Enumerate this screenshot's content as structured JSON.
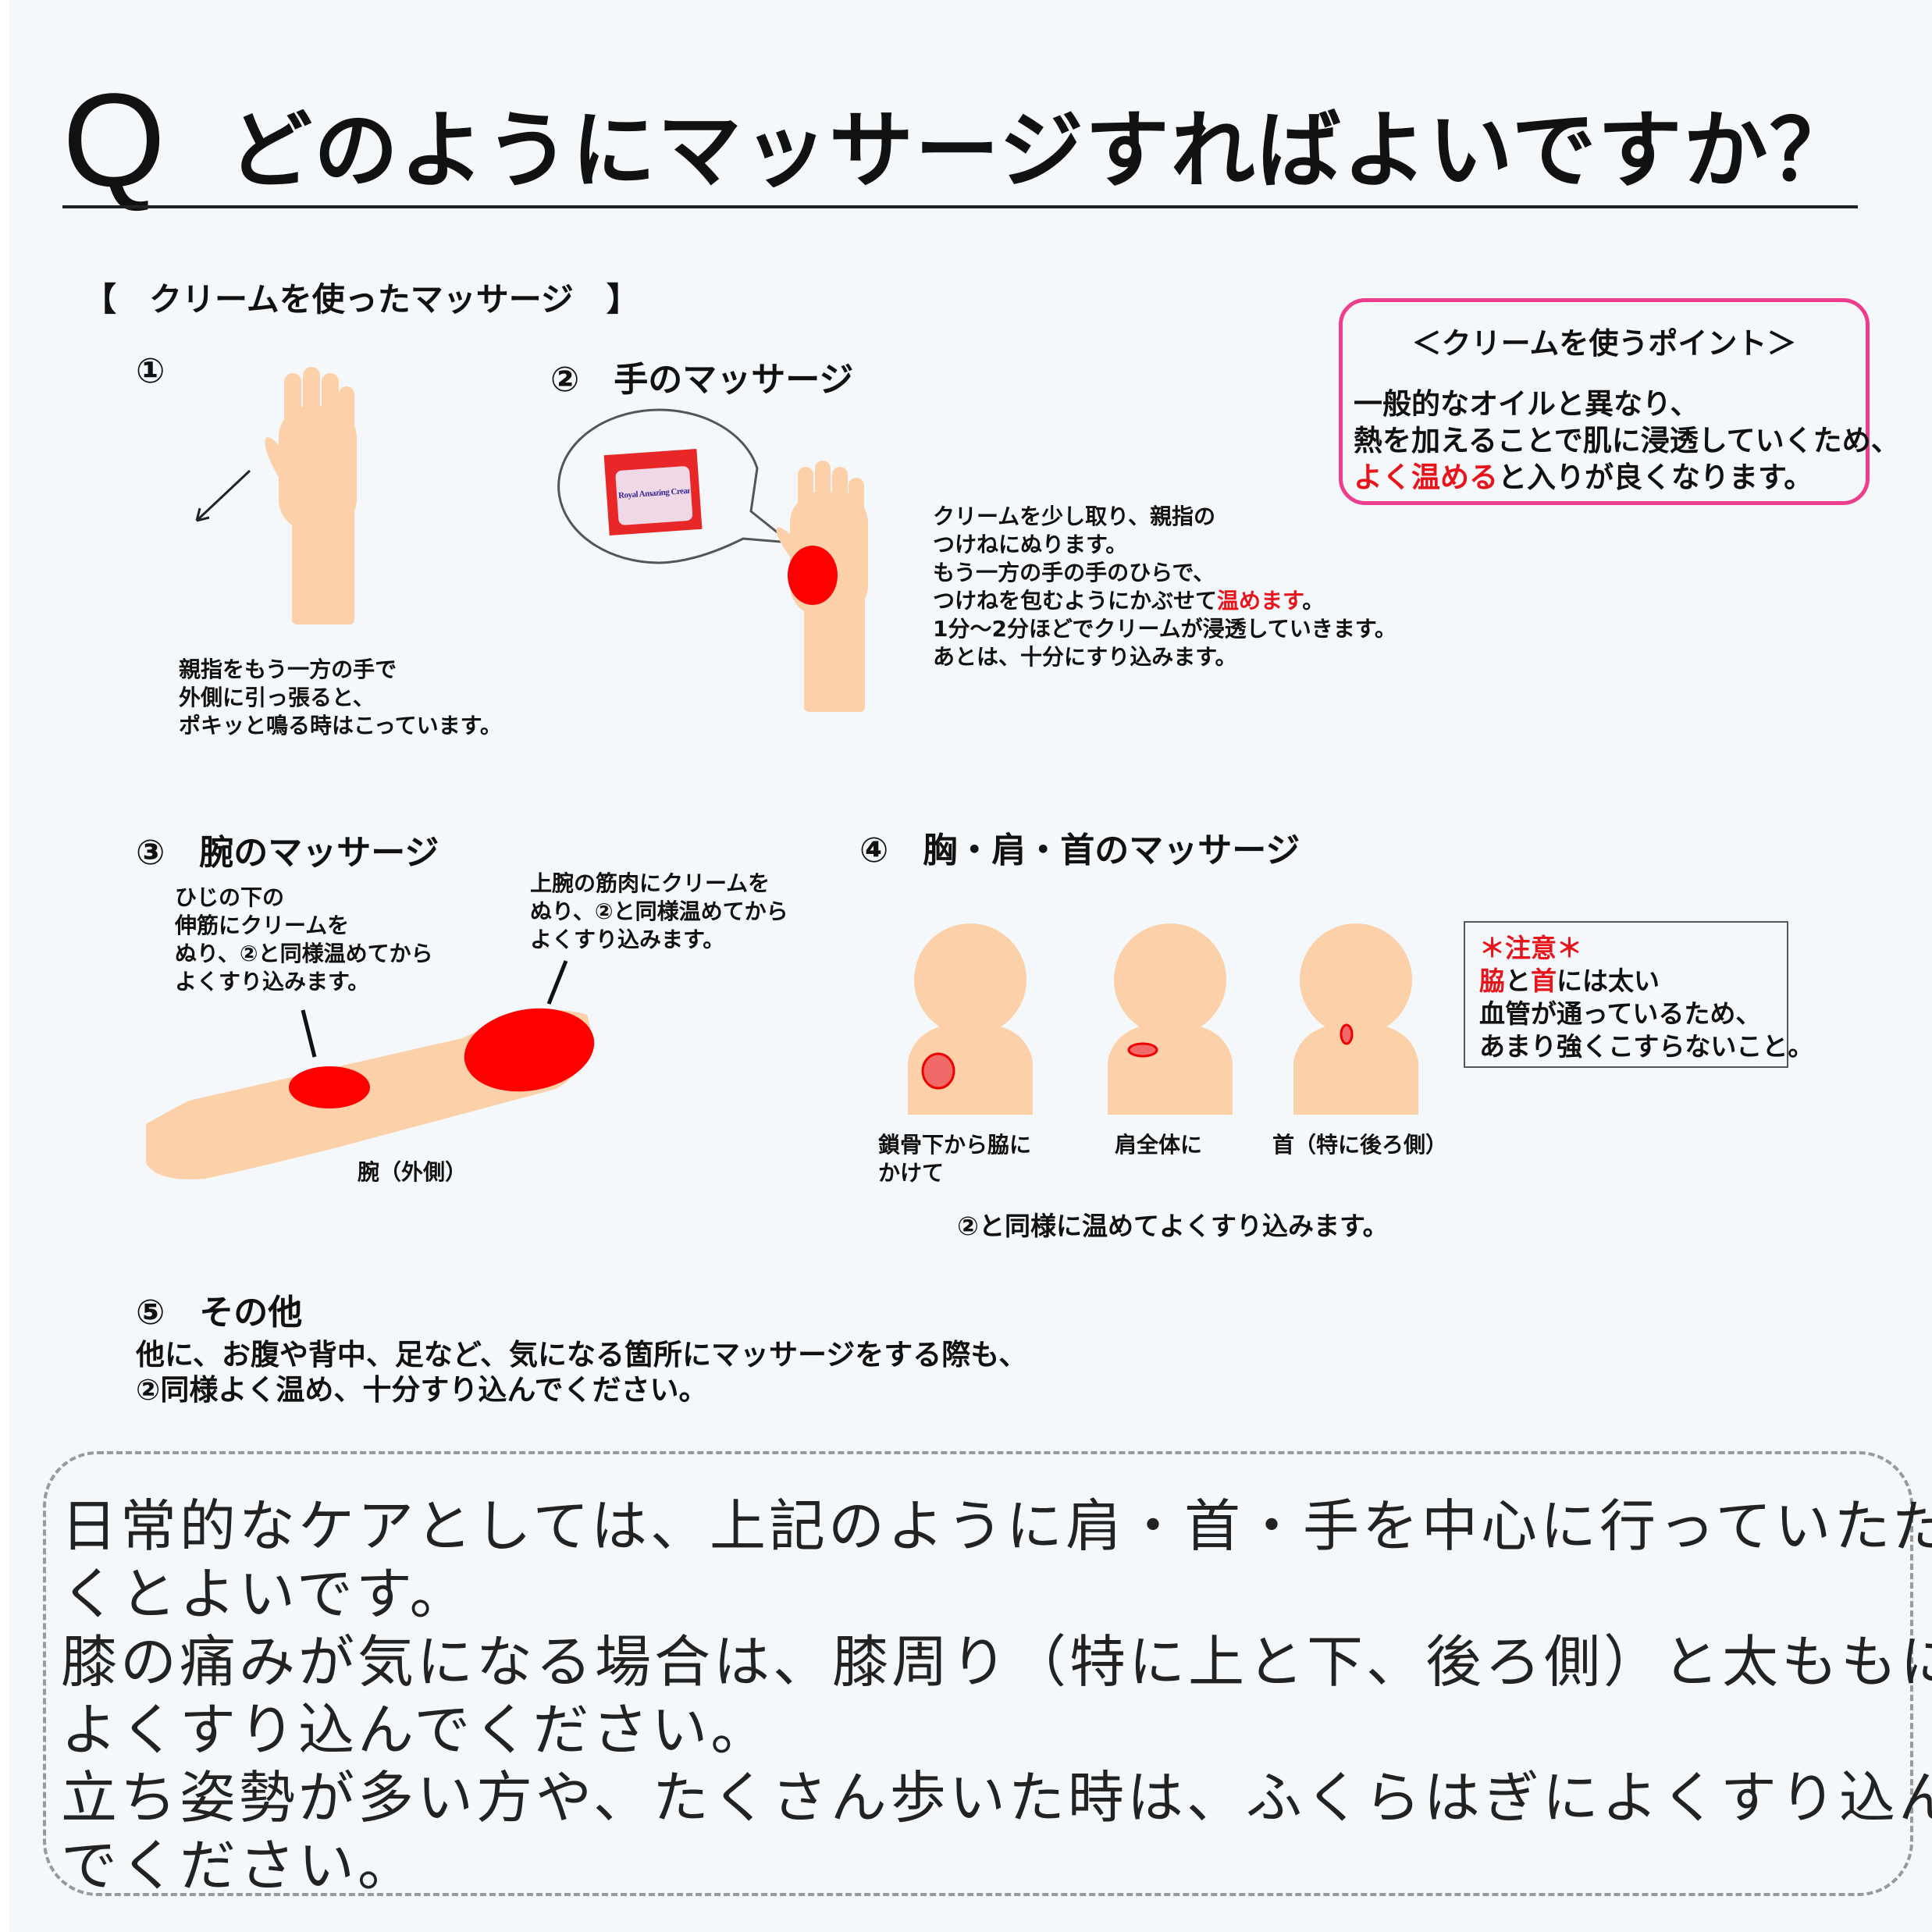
{
  "header": {
    "q": "Q",
    "title": "どのようにマッサージすればよいですか？"
  },
  "section_header": "【　クリームを使ったマッサージ　】",
  "point_box": {
    "title": "＜クリームを使うポイント＞",
    "line1": "一般的なオイルと異なり、",
    "line2": "熱を加えることで肌に浸透していくため、",
    "line3_red": "よく温める",
    "line3_rest": "と入りが良くなります。"
  },
  "step1": {
    "num": "①",
    "text": "親指をもう一方の手で\n外側に引っ張ると、\nポキッと鳴る時はこっています。"
  },
  "step2": {
    "title": "②　手のマッサージ",
    "cream_label": "Royal Amazing Cream",
    "text_a": "クリームを少し取り、親指の\nつけねにぬります。\nもう一方の手の手のひらで、\nつけねを包むようにかぶせて",
    "text_red": "温めます",
    "text_b": "。\n1分〜2分ほどでクリームが浸透していきます。\nあとは、十分にすり込みます。"
  },
  "step3": {
    "title": "③　腕のマッサージ",
    "text_left": "ひじの下の\n伸筋にクリームを\nぬり、②と同様温めてから\nよくすり込みます。",
    "text_right": "上腕の筋肉にクリームを\nぬり、②と同様温めてから\nよくすり込みます。",
    "arm_label": "腕（外側）"
  },
  "step4": {
    "title": "④　胸・肩・首のマッサージ",
    "labels": [
      "鎖骨下から脇に\nかけて",
      "肩全体に",
      "首（特に後ろ側）"
    ],
    "footer": "②と同様に温めてよくすり込みます。",
    "notice": {
      "title": "＊注意＊",
      "w1": "脇",
      "w2": "と",
      "w3": "首",
      "w4": "には太い",
      "line2": "血管が通っているため、",
      "line3": "あまり強くこすらないこと。"
    }
  },
  "step5": {
    "title": "⑤　その他",
    "line1": "他に、お腹や背中、足など、気になる箇所にマッサージをする際も、",
    "line2": "②同様よく温め、十分すり込んでください。"
  },
  "bottom": {
    "lines": [
      "日常的なケアとしては、上記のように肩・首・手を中心に行っていただ",
      "くとよいです。",
      "膝の痛みが気になる場合は、膝周り（特に上と下、後ろ側）と太ももに",
      "よくすり込んでください。",
      "立ち姿勢が多い方や、たくさん歩いた時は、ふくらはぎによくすり込ん",
      "でください。"
    ]
  },
  "colors": {
    "pink": "#ec3d8f",
    "red": "#e8141c",
    "skin": "#fcd0a8"
  }
}
